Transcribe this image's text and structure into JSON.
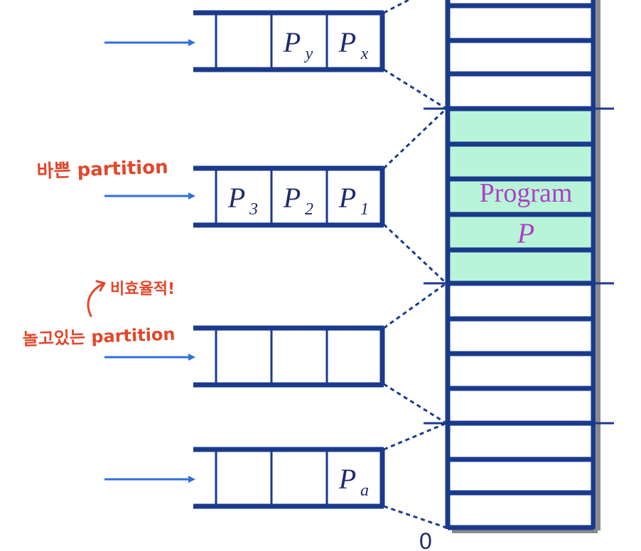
{
  "colors": {
    "queue_border": "#1a3a8c",
    "arrow": "#2f6fe0",
    "program_fill": "#b8f5d8",
    "program_text": "#b13fc8",
    "annotation": "#e2472b",
    "shadow": "#8a8a8a"
  },
  "queues": [
    {
      "name": "queue-top",
      "cells": [
        {
          "base": "",
          "sub": ""
        },
        {
          "base": "",
          "sub": ""
        },
        {
          "base": "P",
          "sub": "y"
        },
        {
          "base": "P",
          "sub": "x"
        }
      ]
    },
    {
      "name": "queue-busy",
      "cells": [
        {
          "base": "",
          "sub": ""
        },
        {
          "base": "P",
          "sub": "3"
        },
        {
          "base": "P",
          "sub": "2"
        },
        {
          "base": "P",
          "sub": "1"
        }
      ]
    },
    {
      "name": "queue-idle",
      "cells": [
        {
          "base": "",
          "sub": ""
        },
        {
          "base": "",
          "sub": ""
        },
        {
          "base": "",
          "sub": ""
        },
        {
          "base": "",
          "sub": ""
        }
      ]
    },
    {
      "name": "queue-bottom",
      "cells": [
        {
          "base": "",
          "sub": ""
        },
        {
          "base": "",
          "sub": ""
        },
        {
          "base": "",
          "sub": ""
        },
        {
          "base": "P",
          "sub": "a"
        }
      ]
    }
  ],
  "memory": {
    "program_label_line1": "Program",
    "program_label_line2": "P",
    "bottom_label": "0"
  },
  "annotations": {
    "busy_partition": "바쁜 partition",
    "inefficient": "비효율적!",
    "idle_partition": "놀고있는 partition"
  }
}
